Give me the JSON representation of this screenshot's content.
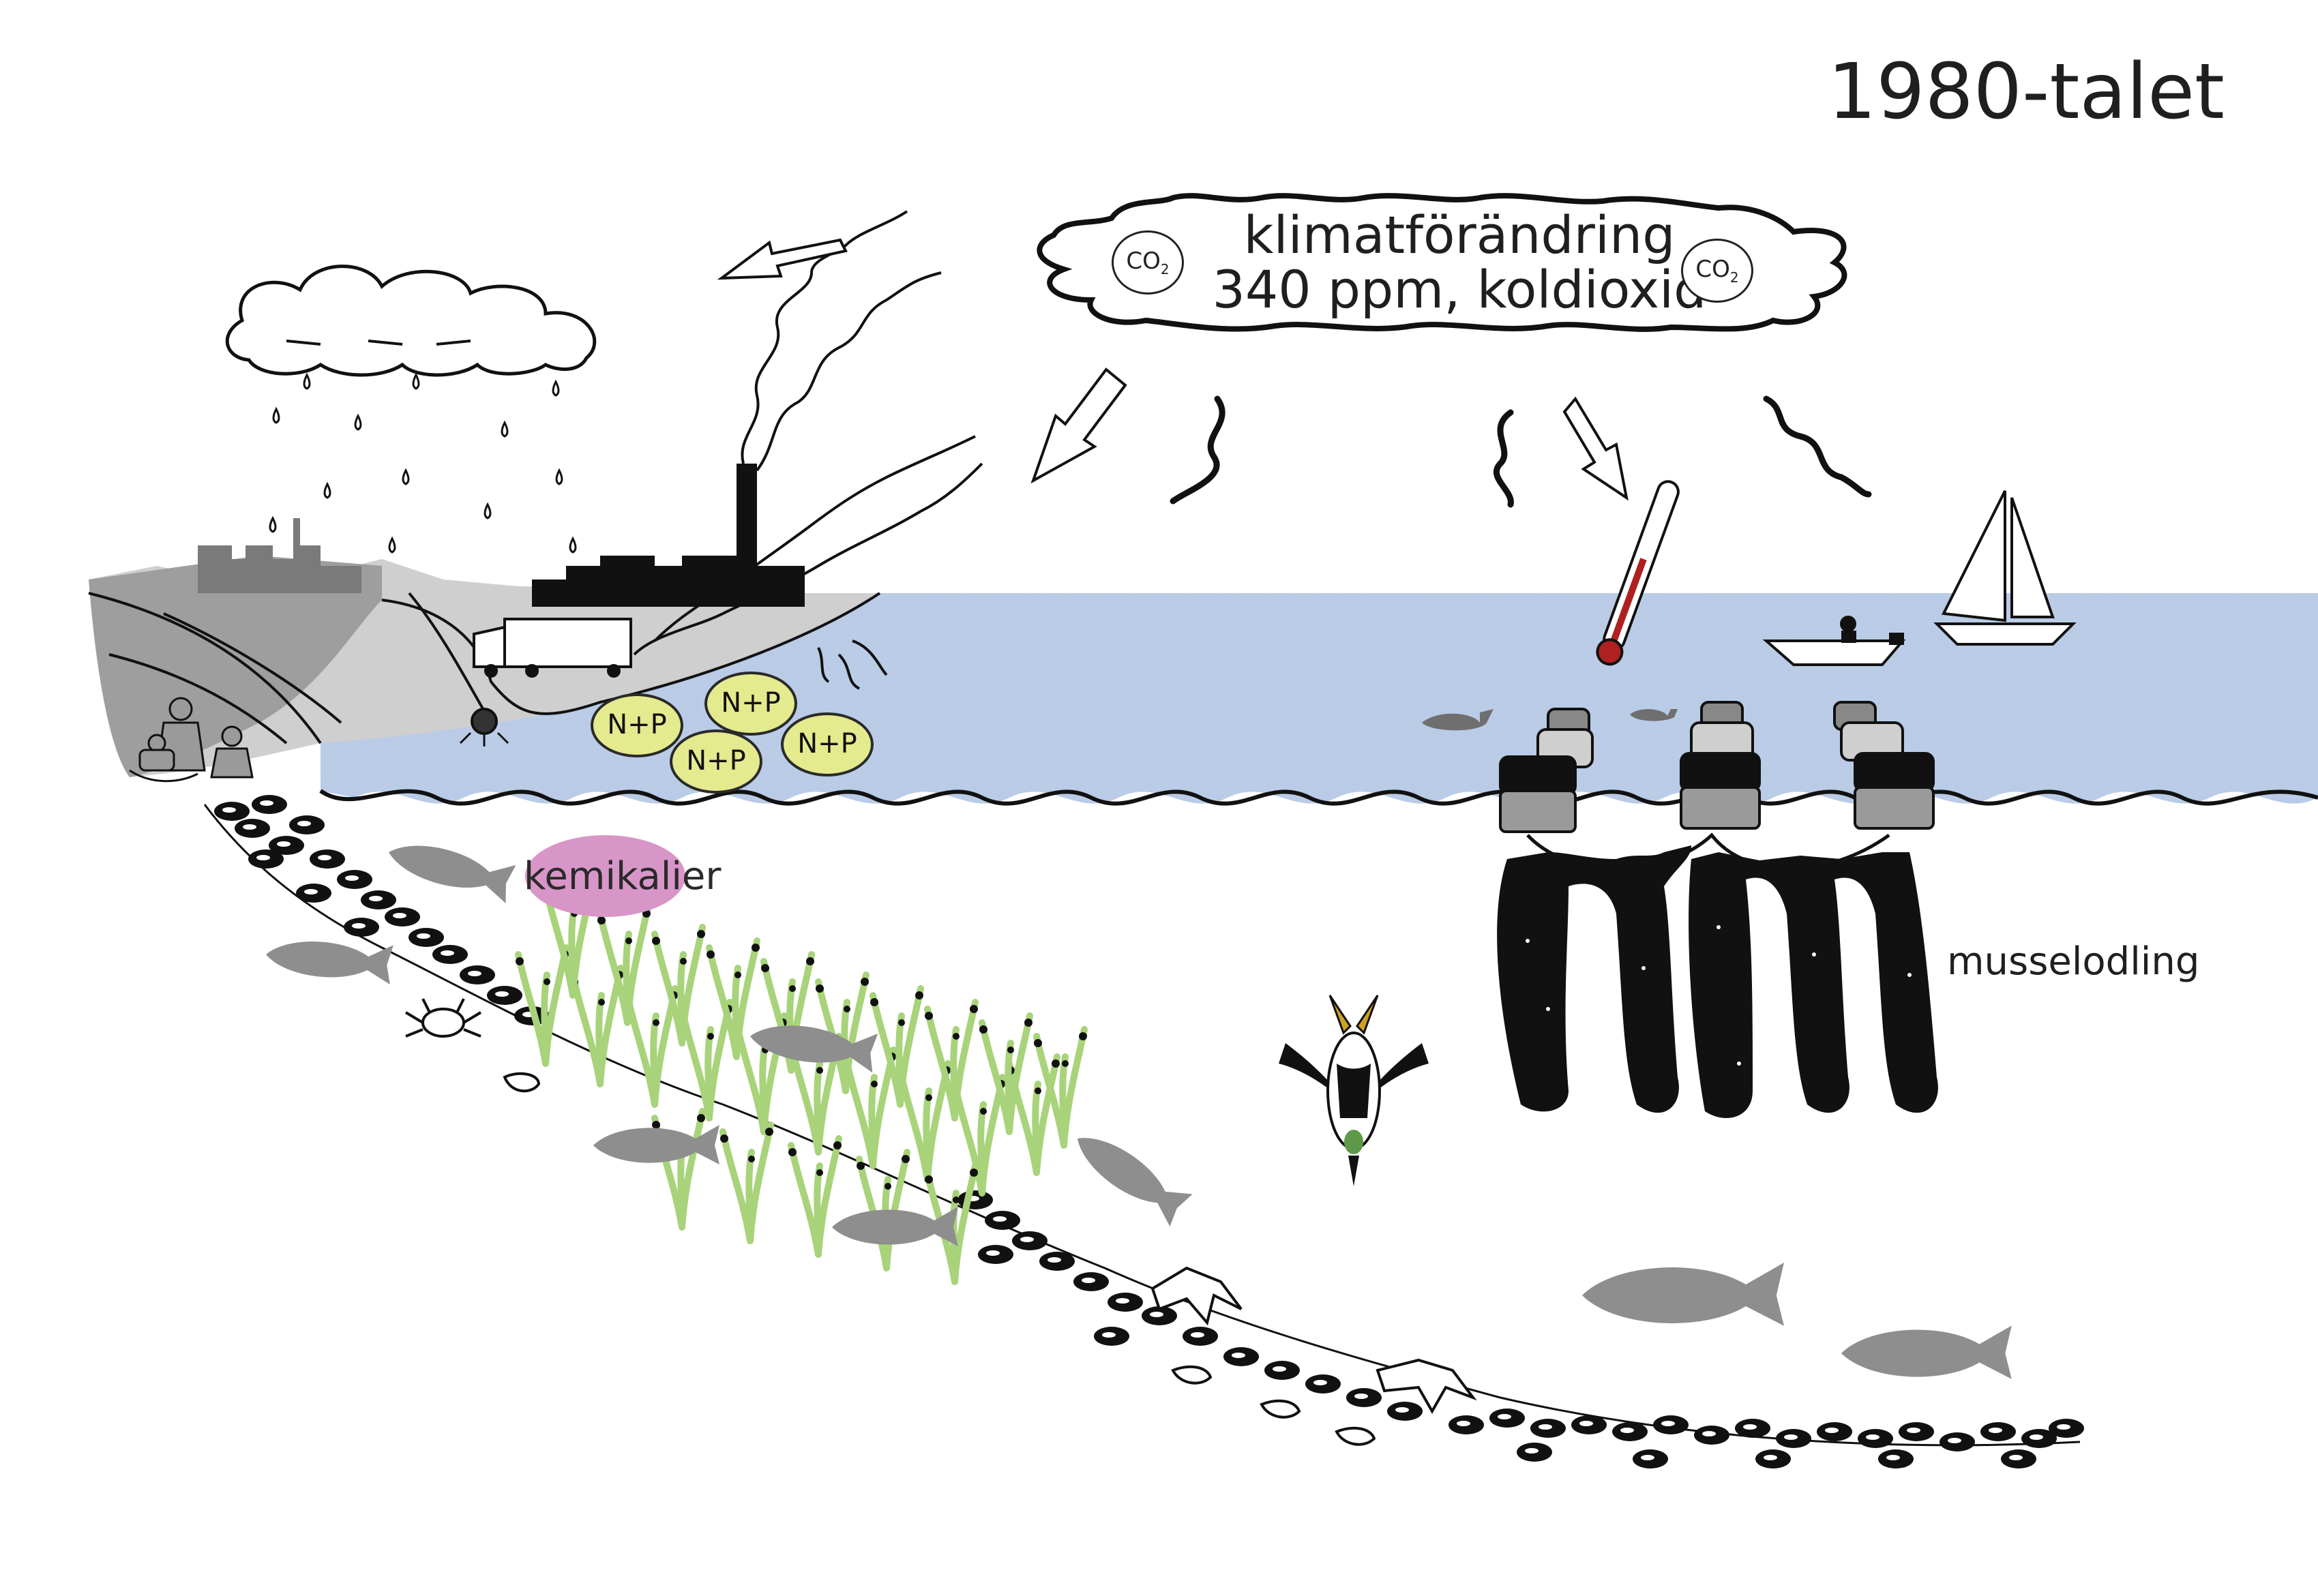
{
  "title": "1980-talet",
  "climate": {
    "line1": "klimatförändring",
    "line2": "340 ppm, koldioxid",
    "badge_left": "CO",
    "badge_right": "CO",
    "badge_sub": "2"
  },
  "nutrients": [
    "N+P",
    "N+P",
    "N+P",
    "N+P"
  ],
  "chemicals": "kemikalier",
  "mussel_farm": "musselodling",
  "colors": {
    "sea": "#b9cbe6",
    "nutrient_fill": "#e4ea8e",
    "chemical_fill": "#d896c8",
    "seagrass": "#a8d37a",
    "fish": "#8e8e8e"
  }
}
